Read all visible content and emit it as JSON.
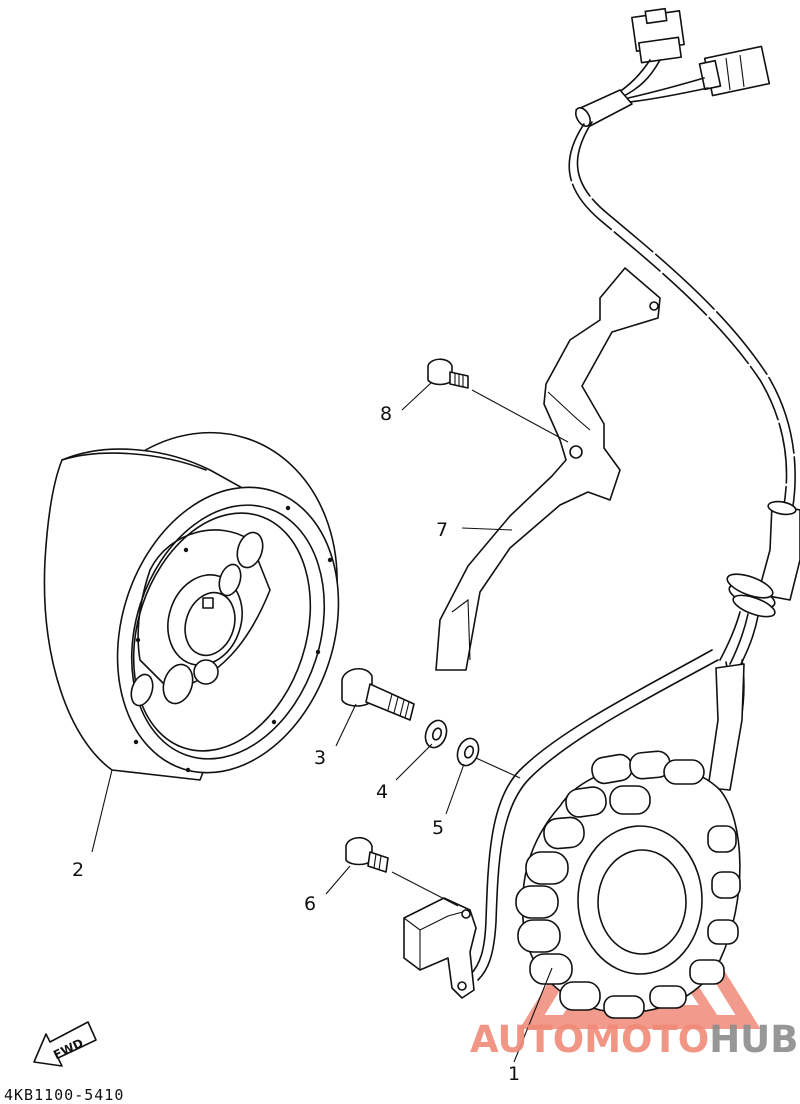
{
  "diagram": {
    "callouts": [
      {
        "id": "1",
        "label": "1"
      },
      {
        "id": "2",
        "label": "2"
      },
      {
        "id": "3",
        "label": "3"
      },
      {
        "id": "4",
        "label": "4"
      },
      {
        "id": "5",
        "label": "5"
      },
      {
        "id": "6",
        "label": "6"
      },
      {
        "id": "7",
        "label": "7"
      },
      {
        "id": "8",
        "label": "8"
      }
    ],
    "direction_badge": "FWD",
    "figure_code": "4KB1100-5410"
  },
  "watermark": {
    "part1": "AUTOMOTO",
    "part2": "HUB",
    "color_primary": "#f08a78",
    "color_secondary": "#8c8c8c"
  }
}
